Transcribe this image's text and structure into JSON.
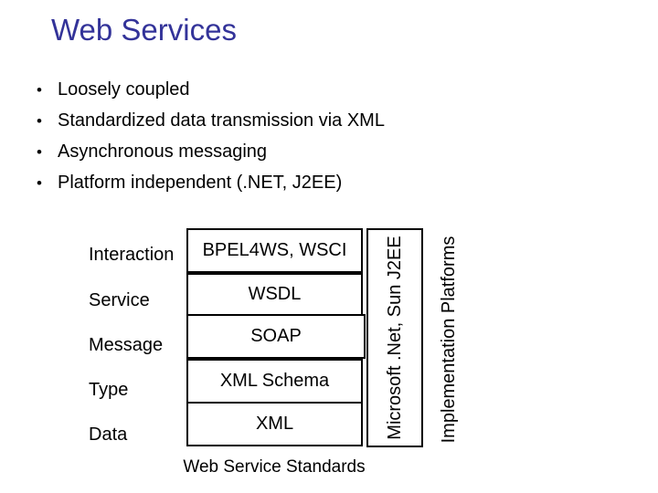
{
  "slide": {
    "title": "Web Services",
    "title_color": "#333399",
    "bullet_glyph": "•",
    "bullets": [
      "Loosely coupled",
      "Standardized data transmission via XML",
      "Asynchronous messaging",
      "Platform independent (.NET, J2EE)"
    ],
    "diagram": {
      "rows": [
        {
          "label": "Interaction",
          "standard": "BPEL4WS, WSCI"
        },
        {
          "label": "Service",
          "standard": "WSDL"
        },
        {
          "label": "Message",
          "standard": "SOAP"
        },
        {
          "label": "Type",
          "standard": "XML Schema"
        },
        {
          "label": "Data",
          "standard": "XML"
        }
      ],
      "platform_box": "Microsoft .Net, Sun J2EE",
      "platform_label": "Implementation Platforms",
      "caption": "Web Service Standards",
      "border_color": "#000000"
    }
  }
}
